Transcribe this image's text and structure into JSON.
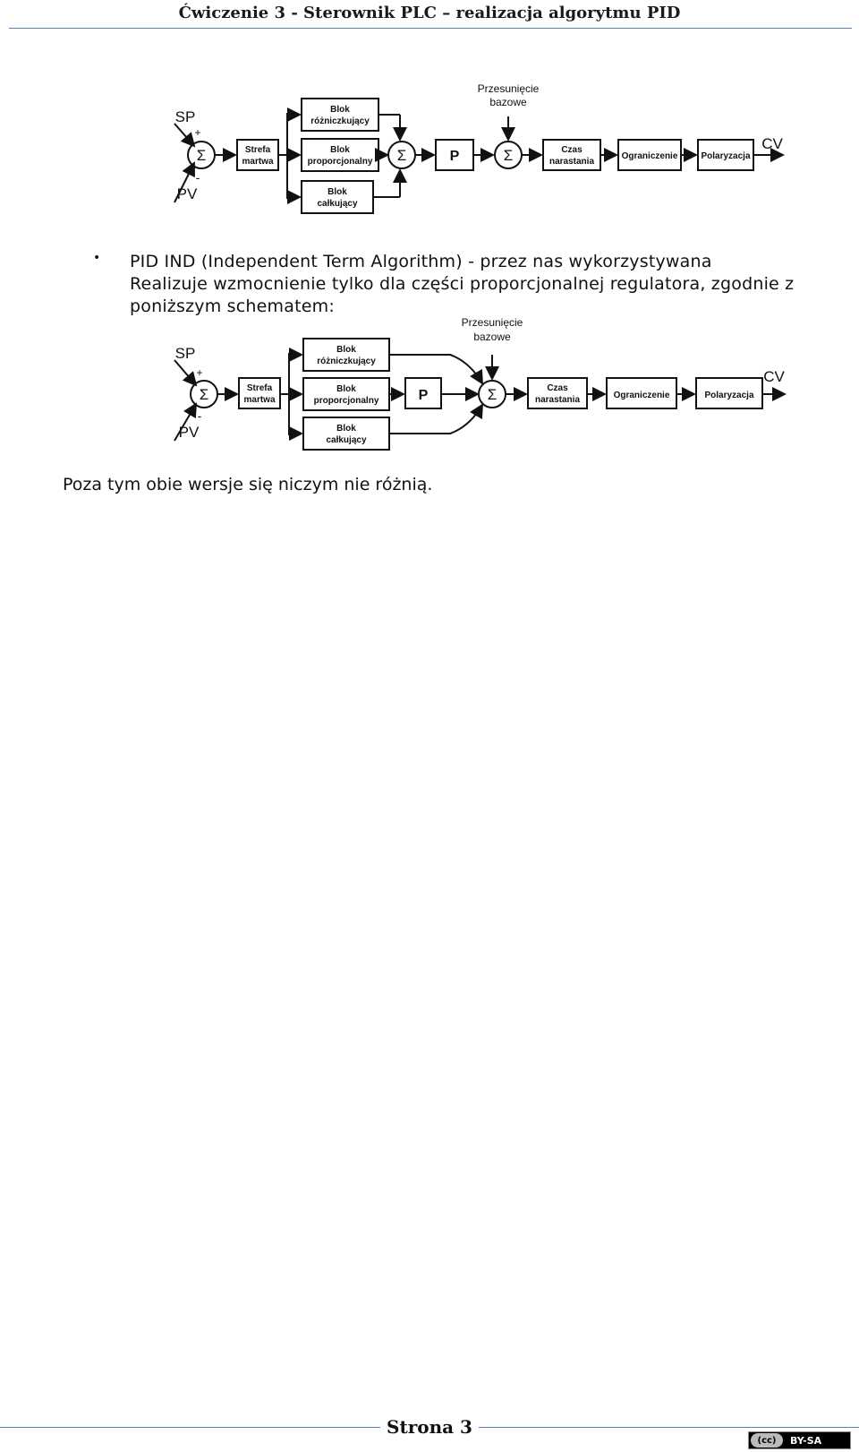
{
  "header": {
    "title": "Ćwiczenie 3 - Sterownik PLC – realizacja algorytmu PID"
  },
  "diagram1": {
    "sp": "SP",
    "pv": "PV",
    "cv": "CV",
    "plus": "+",
    "minus": "-",
    "sigma": "Σ",
    "dead_zone": [
      "Strefa",
      "martwa"
    ],
    "derivative": [
      "Blok",
      "różniczkujący"
    ],
    "proportional": [
      "Blok",
      "proporcjonalny"
    ],
    "integral": [
      "Blok",
      "całkujący"
    ],
    "p": "P",
    "bias": [
      "Przesunięcie",
      "bazowe"
    ],
    "ramp": [
      "Czas",
      "narastania"
    ],
    "limit": "Ograniczenie",
    "polarity": "Polaryzacja"
  },
  "diagram2": {
    "sp": "SP",
    "pv": "PV",
    "cv": "CV",
    "plus": "+",
    "minus": "-",
    "sigma": "Σ",
    "dead_zone": [
      "Strefa",
      "martwa"
    ],
    "derivative": [
      "Blok",
      "różniczkujący"
    ],
    "proportional": [
      "Blok",
      "proporcjonalny"
    ],
    "integral": [
      "Blok",
      "całkujący"
    ],
    "p": "P",
    "bias": [
      "Przesunięcie",
      "bazowe"
    ],
    "ramp": [
      "Czas",
      "narastania"
    ],
    "limit": "Ograniczenie",
    "polarity": "Polaryzacja"
  },
  "bullet": {
    "symbol": "•",
    "lines": [
      "PID IND (Independent Term Algorithm) - przez nas wykorzystywana",
      "Realizuje wzmocnienie tylko dla części proporcjonalnej regulatora, zgodnie z",
      "poniższym schematem:"
    ]
  },
  "closing_text": "Poza tym obie wersje się niczym nie różnią.",
  "footer": {
    "page_label": "Strona 3",
    "license_cc": "(cc)",
    "license_text": "BY-SA"
  }
}
